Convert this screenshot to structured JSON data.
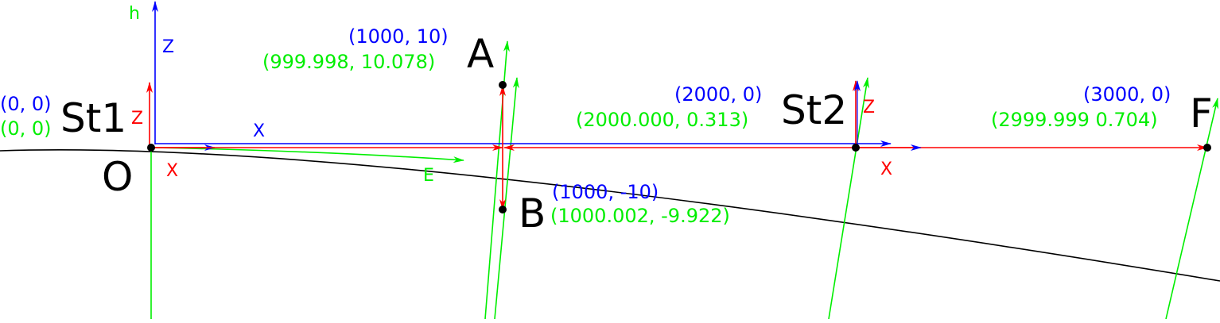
{
  "colors": {
    "blue": "#0000ff",
    "green": "#00ee00",
    "red": "#ff0000",
    "black": "#000000"
  },
  "points": {
    "O": "O",
    "A": "A",
    "B": "B",
    "St1": "St1",
    "St2": "St2",
    "F": "F"
  },
  "axes": {
    "h": "h",
    "blue_z": "Z",
    "blue_x": "X",
    "red_z_st1": "Z",
    "red_x_st1": "X",
    "red_z_st2": "Z",
    "red_x_st2": "X",
    "green_e": "E"
  },
  "coords": {
    "st1_blue": "(0, 0)",
    "st1_green": "(0, 0)",
    "a_blue": "(1000, 10)",
    "a_green": "(999.998, 10.078)",
    "b_blue": "(1000, -10)",
    "b_green": "(1000.002, -9.922)",
    "st2_blue": "(2000, 0)",
    "st2_green": "(2000.000, 0.313)",
    "f_blue": "(3000, 0)",
    "f_green": "(2999.999 0.704)"
  }
}
